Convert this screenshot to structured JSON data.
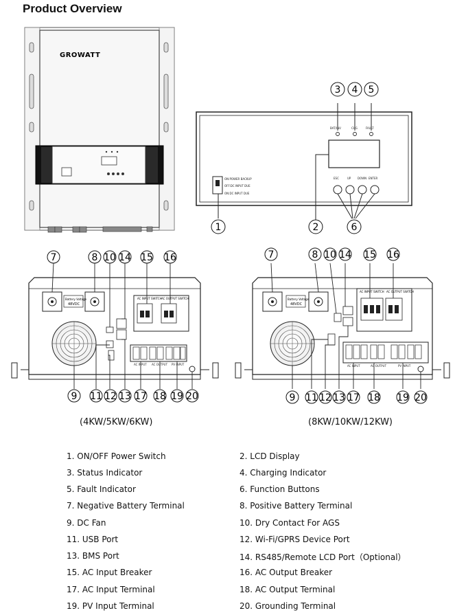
{
  "page": {
    "title": "Product Overview"
  },
  "front_unit": {
    "brand": "GROWATT"
  },
  "panel": {
    "indicators": [
      "BAT/INV",
      "CHG",
      "FAULT"
    ],
    "buttons": [
      "ESC",
      "UP",
      "DOWN",
      "ENTER"
    ],
    "switch_labels": [
      "ON:POWER BACKUP",
      "OFF:DC INPUT DUE",
      "ON:DC INPUT DUE"
    ]
  },
  "rear": {
    "battery_label": "Battery Voltage",
    "battery_value": "48VDC",
    "ac_input_switch": "AC INPUT SWITCH",
    "ac_output_switch": "AC OUTPUT SWITCH",
    "terminal_labels": [
      "AC INPUT",
      "AC OUTPUT",
      "PV INPUT"
    ]
  },
  "callouts_top": [
    "3",
    "4",
    "5",
    "1",
    "2",
    "6"
  ],
  "callouts_left": [
    "7",
    "8",
    "10",
    "14",
    "15",
    "16",
    "9",
    "11",
    "12",
    "13",
    "17",
    "18",
    "19",
    "20"
  ],
  "callouts_right": [
    "7",
    "8",
    "10",
    "14",
    "15",
    "16",
    "9",
    "11",
    "12",
    "13",
    "17",
    "18",
    "19",
    "20"
  ],
  "captions": {
    "left": "(4KW/5KW/6KW)",
    "right": "(8KW/10KW/12KW)"
  },
  "legend": [
    "1. ON/OFF Power Switch",
    "2. LCD Display",
    "3. Status Indicator",
    "4. Charging Indicator",
    "5. Fault Indicator",
    "6. Function Buttons",
    "7. Negative Battery Terminal",
    "8. Positive Battery Terminal",
    "9. DC Fan",
    "10. Dry Contact For AGS",
    "11. USB Port",
    "12. Wi-Fi/GPRS Device Port",
    "13. BMS Port",
    "14. RS485/Remote LCD Port（Optional）",
    "15. AC Input Breaker",
    "16. AC Output Breaker",
    "17. AC Input Terminal",
    "18. AC Output Terminal",
    "19. PV Input Terminal",
    "20. Grounding Terminal"
  ]
}
